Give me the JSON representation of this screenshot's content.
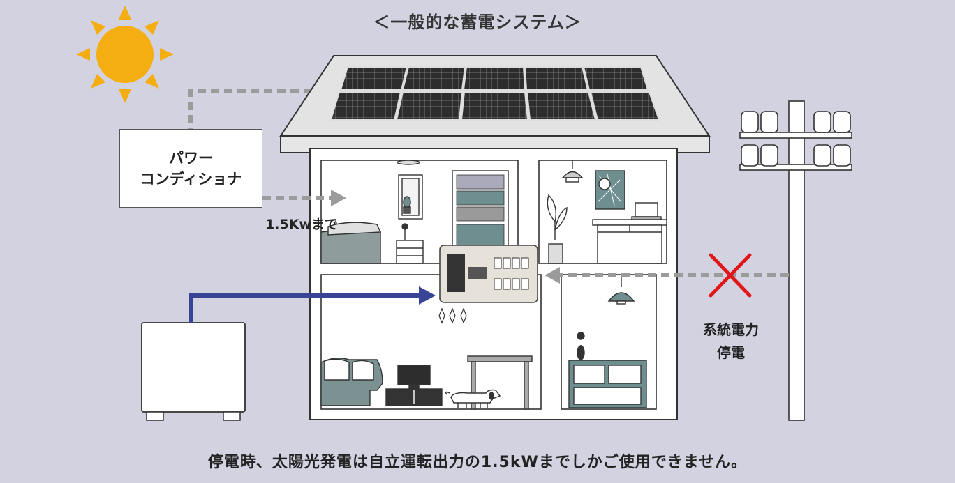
{
  "title": "＜一般的な蓄電システム＞",
  "power_conditioner": {
    "line1": "パワー",
    "line2": "コンディショナ",
    "output_limit": "1.5Kwまで"
  },
  "grid_power": {
    "line1": "系統電力",
    "line2": "停電"
  },
  "footer": "停電時、太陽光発電は自立運転出力の1.5kWまでしかご使用できません。",
  "colors": {
    "background": "#d3d2e1",
    "sun": "#f5ae12",
    "battery_line": "#3a4496",
    "cross": "#e0161b",
    "dashed_flow": "#9b9b9b",
    "house_outline": "#333333",
    "accent_teal": "#6f8e8f"
  },
  "icons": [
    "sun-icon",
    "solar-panel-icon",
    "utility-pole-icon",
    "battery-unit-icon",
    "distribution-board-icon",
    "cross-mark-icon",
    "dog-icon"
  ]
}
